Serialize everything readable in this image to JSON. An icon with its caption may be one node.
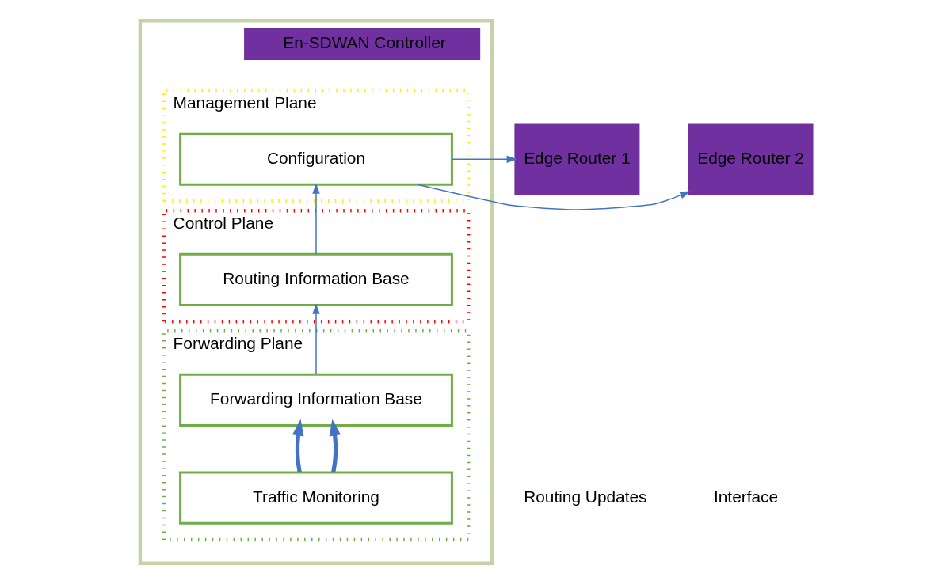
{
  "diagram": {
    "nodes": [
      {
        "text": [
          "En-SDWAN Controller"
        ]
      },
      {
        "text": [
          "Management Plane"
        ],
        "in": 0
      },
      {
        "text": [
          "Configuration"
        ],
        "in": 1
      },
      {
        "text": [
          "Control Plane"
        ],
        "in": 0
      },
      {
        "text": [
          "Routing Information Base"
        ],
        "in": 3
      },
      {
        "text": [
          "Forwarding Plane"
        ],
        "in": 0
      },
      {
        "text": [
          "Forwarding Information Base"
        ],
        "in": 5
      },
      {
        "text": [
          "Traffic Monitoring"
        ],
        "in": 5
      },
      {
        "text": [
          "Edge Router 1"
        ]
      },
      {
        "text": [
          "Edge Router 2"
        ]
      }
    ],
    "edges": [
      {
        "from": 4,
        "to": 2,
        "arrow": "to"
      },
      {
        "from": 6,
        "to": 4,
        "arrow": "to"
      },
      {
        "from": 7,
        "to": 6,
        "arrow": "to",
        "style": "thick"
      },
      {
        "from": 7,
        "to": 6,
        "arrow": "to",
        "style": "thick"
      },
      {
        "from": 2,
        "to": 8,
        "arrow": "to"
      },
      {
        "from": 2,
        "to": 9,
        "arrow": "to"
      }
    ],
    "labels": [
      "Routing Updates",
      "Interface"
    ]
  }
}
